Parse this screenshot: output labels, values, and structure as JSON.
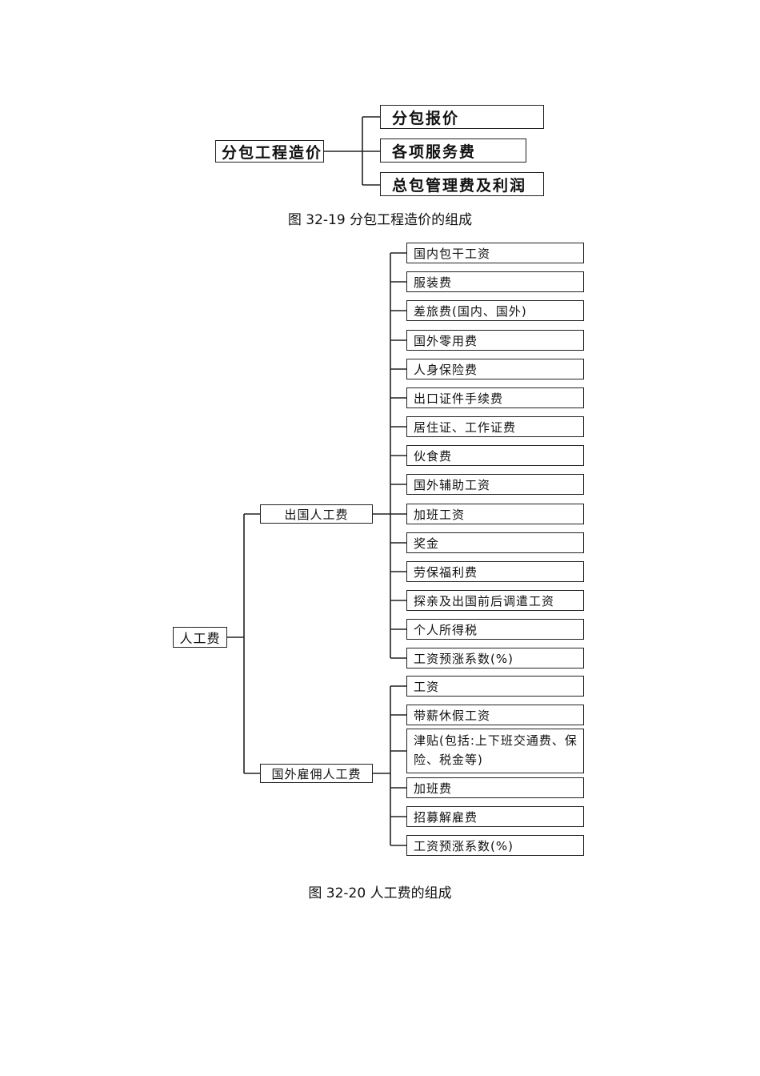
{
  "fig1": {
    "root": "分包工程造价",
    "items": [
      "分包报价",
      "各项服务费",
      "总包管理费及利润"
    ],
    "caption": "图 32-19  分包工程造价的组成"
  },
  "fig2": {
    "root": "人工费",
    "group_abroad": {
      "label": "出国人工费",
      "items": [
        "国内包干工资",
        "服装费",
        "差旅费(国内、国外)",
        "国外零用费",
        "人身保险费",
        "出口证件手续费",
        "居住证、工作证费",
        "伙食费",
        "国外辅助工资",
        "加班工资",
        "奖金",
        "劳保福利费",
        "探亲及出国前后调遣工资",
        "个人所得税",
        "工资预涨系数(%)"
      ]
    },
    "group_foreign": {
      "label": "国外雇佣人工费",
      "items": [
        "工资",
        "带薪休假工资",
        "津贴(包括:上下班交通费、保险、税金等)",
        "加班费",
        "招募解雇费",
        "工资预涨系数(%)"
      ]
    },
    "caption": "图 32-20  人工费的组成"
  }
}
